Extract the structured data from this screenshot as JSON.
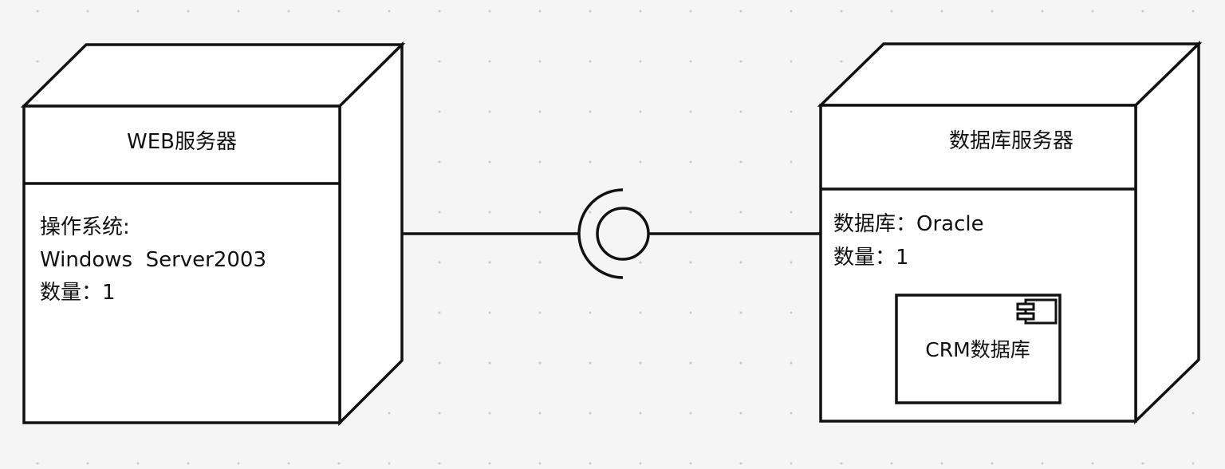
{
  "diagram": {
    "type": "deployment",
    "nodes": {
      "web_server": {
        "title": "WEB服务器",
        "lines": [
          "操作系统:",
          "Windows  Server2003",
          "数量：1"
        ]
      },
      "db_server": {
        "title": "数据库服务器",
        "lines": [
          "数据库：Oracle",
          "数量：1"
        ],
        "component": {
          "label": "CRM数据库",
          "icon": "component-icon"
        }
      }
    },
    "connection": {
      "from": "web_server",
      "to": "db_server",
      "notation": "provided-required-interface"
    }
  },
  "colors": {
    "background": "#f5f5f5",
    "grid_dot": "#c9c9c9",
    "stroke": "#111111",
    "node_fill": "#ffffff"
  }
}
